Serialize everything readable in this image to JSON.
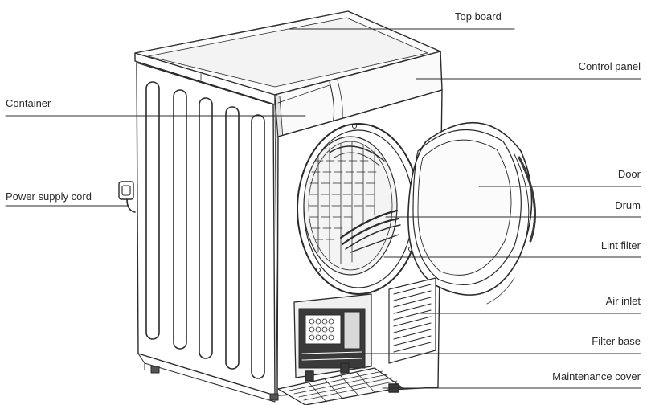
{
  "callouts": {
    "top_board": "Top board",
    "control_panel": "Control panel",
    "container": "Container",
    "power_supply_cord": "Power supply cord",
    "door": "Door",
    "drum": "Drum",
    "lint_filter": "Lint filter",
    "air_inlet": "Air inlet",
    "filter_base": "Filter base",
    "maintenance_cover": "Maintenance cover"
  },
  "colors": {
    "line": "#2b2b2b",
    "body_fill": "#ffffff",
    "shade": "#d9d9d9",
    "dark": "#3a3a3a"
  }
}
